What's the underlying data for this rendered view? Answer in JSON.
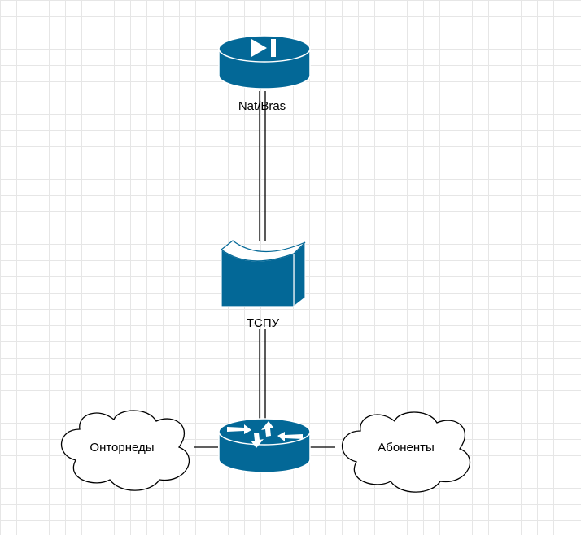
{
  "diagram": {
    "nodes": {
      "nat_bras": {
        "label": "Nat/Bras",
        "icon": "firewall-router-icon",
        "color": "#036897"
      },
      "tspu": {
        "label": "ТСПУ",
        "icon": "dpi-device-icon",
        "color": "#036897"
      },
      "router": {
        "label": "",
        "icon": "router-icon",
        "color": "#036897"
      },
      "cloud_left": {
        "label": "Онторнеды",
        "icon": "cloud-icon"
      },
      "cloud_right": {
        "label": "Абоненты",
        "icon": "cloud-icon"
      }
    },
    "edges": [
      {
        "from": "nat_bras",
        "to": "tspu",
        "style": "double"
      },
      {
        "from": "tspu",
        "to": "router",
        "style": "double"
      },
      {
        "from": "cloud_left",
        "to": "router",
        "style": "single"
      },
      {
        "from": "router",
        "to": "cloud_right",
        "style": "single"
      }
    ]
  }
}
